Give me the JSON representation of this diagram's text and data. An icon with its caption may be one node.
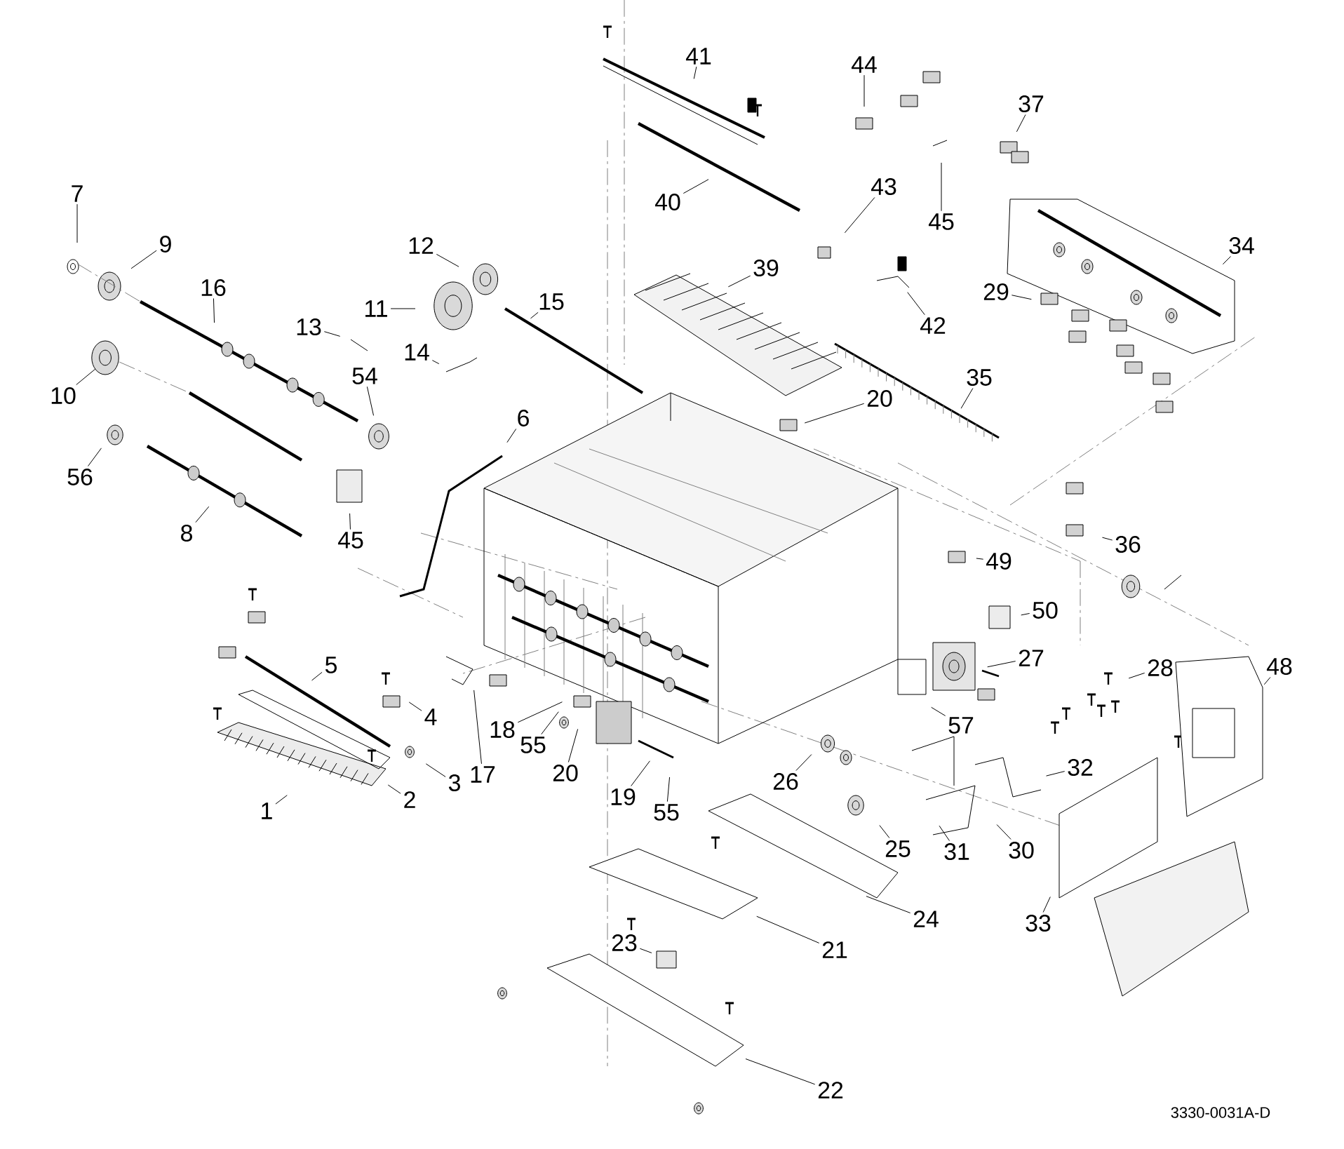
{
  "diagram": {
    "nodes": [
      {
        "text": [
          "1"
        ]
      },
      {
        "text": [
          "2"
        ]
      },
      {
        "text": [
          "3"
        ]
      },
      {
        "text": [
          "4"
        ]
      },
      {
        "text": [
          "5"
        ]
      },
      {
        "text": [
          "6"
        ]
      },
      {
        "text": [
          "7"
        ]
      },
      {
        "text": [
          "8"
        ]
      },
      {
        "text": [
          "9"
        ]
      },
      {
        "text": [
          "10"
        ]
      },
      {
        "text": [
          "11"
        ]
      },
      {
        "text": [
          "12"
        ]
      },
      {
        "text": [
          "13"
        ]
      },
      {
        "text": [
          "14"
        ]
      },
      {
        "text": [
          "15"
        ]
      },
      {
        "text": [
          "16"
        ]
      },
      {
        "text": [
          "17"
        ]
      },
      {
        "text": [
          "18"
        ]
      },
      {
        "text": [
          "19"
        ]
      },
      {
        "text": [
          "20"
        ]
      },
      {
        "text": [
          "20"
        ]
      },
      {
        "text": [
          "21"
        ]
      },
      {
        "text": [
          "22"
        ]
      },
      {
        "text": [
          "23"
        ]
      },
      {
        "text": [
          "24"
        ]
      },
      {
        "text": [
          "25"
        ]
      },
      {
        "text": [
          "26"
        ]
      },
      {
        "text": [
          "27"
        ]
      },
      {
        "text": [
          "28"
        ]
      },
      {
        "text": [
          "29"
        ]
      },
      {
        "text": [
          "30"
        ]
      },
      {
        "text": [
          "31"
        ]
      },
      {
        "text": [
          "32"
        ]
      },
      {
        "text": [
          "33"
        ]
      },
      {
        "text": [
          "34"
        ]
      },
      {
        "text": [
          "35"
        ]
      },
      {
        "text": [
          "36"
        ]
      },
      {
        "text": [
          "37"
        ]
      },
      {
        "text": [
          "39"
        ]
      },
      {
        "text": [
          "40"
        ]
      },
      {
        "text": [
          "41"
        ]
      },
      {
        "text": [
          "42"
        ]
      },
      {
        "text": [
          "43"
        ]
      },
      {
        "text": [
          "44"
        ]
      },
      {
        "text": [
          "45"
        ]
      },
      {
        "text": [
          "45"
        ]
      },
      {
        "text": [
          "48"
        ]
      },
      {
        "text": [
          "49"
        ]
      },
      {
        "text": [
          "50"
        ]
      },
      {
        "text": [
          "54"
        ]
      },
      {
        "text": [
          "55"
        ]
      },
      {
        "text": [
          "55"
        ]
      },
      {
        "text": [
          "56"
        ]
      },
      {
        "text": [
          "57"
        ]
      }
    ],
    "edges": [
      {
        "from": 0,
        "to": null,
        "arrow": "none"
      },
      {
        "from": 1,
        "to": null,
        "arrow": "none"
      },
      {
        "from": 2,
        "to": null,
        "arrow": "none"
      },
      {
        "from": 3,
        "to": null,
        "arrow": "none"
      },
      {
        "from": 4,
        "to": null,
        "arrow": "none"
      },
      {
        "from": 5,
        "to": null,
        "arrow": "none"
      },
      {
        "from": 6,
        "to": null,
        "arrow": "none"
      },
      {
        "from": 7,
        "to": null,
        "arrow": "none"
      },
      {
        "from": 8,
        "to": null,
        "arrow": "none"
      },
      {
        "from": 9,
        "to": null,
        "arrow": "none"
      },
      {
        "from": 10,
        "to": null,
        "arrow": "none"
      },
      {
        "from": 11,
        "to": null,
        "arrow": "none"
      },
      {
        "from": 12,
        "to": null,
        "arrow": "none"
      },
      {
        "from": 13,
        "to": null,
        "arrow": "none"
      },
      {
        "from": 14,
        "to": null,
        "arrow": "none"
      },
      {
        "from": 15,
        "to": null,
        "arrow": "none"
      },
      {
        "from": 16,
        "to": null,
        "arrow": "none"
      },
      {
        "from": 17,
        "to": null,
        "arrow": "none"
      },
      {
        "from": 18,
        "to": null,
        "arrow": "none"
      },
      {
        "from": 19,
        "to": null,
        "arrow": "none"
      },
      {
        "from": 20,
        "to": null,
        "arrow": "none"
      },
      {
        "from": 21,
        "to": null,
        "arrow": "none"
      },
      {
        "from": 22,
        "to": null,
        "arrow": "none"
      },
      {
        "from": 23,
        "to": null,
        "arrow": "none"
      },
      {
        "from": 24,
        "to": null,
        "arrow": "none"
      },
      {
        "from": 25,
        "to": null,
        "arrow": "none"
      },
      {
        "from": 26,
        "to": null,
        "arrow": "none"
      },
      {
        "from": 27,
        "to": null,
        "arrow": "none"
      },
      {
        "from": 28,
        "to": null,
        "arrow": "none"
      },
      {
        "from": 29,
        "to": null,
        "arrow": "none"
      },
      {
        "from": 30,
        "to": null,
        "arrow": "none"
      },
      {
        "from": 31,
        "to": null,
        "arrow": "none"
      },
      {
        "from": 32,
        "to": null,
        "arrow": "none"
      },
      {
        "from": 33,
        "to": null,
        "arrow": "none"
      },
      {
        "from": 34,
        "to": null,
        "arrow": "none"
      },
      {
        "from": 35,
        "to": null,
        "arrow": "none"
      },
      {
        "from": 36,
        "to": null,
        "arrow": "none"
      },
      {
        "from": 37,
        "to": null,
        "arrow": "none"
      },
      {
        "from": 38,
        "to": null,
        "arrow": "none"
      },
      {
        "from": 39,
        "to": null,
        "arrow": "none"
      },
      {
        "from": 40,
        "to": null,
        "arrow": "none"
      },
      {
        "from": 41,
        "to": null,
        "arrow": "none"
      },
      {
        "from": 42,
        "to": null,
        "arrow": "none"
      },
      {
        "from": 43,
        "to": null,
        "arrow": "none"
      },
      {
        "from": 44,
        "to": null,
        "arrow": "none"
      },
      {
        "from": 45,
        "to": null,
        "arrow": "none"
      },
      {
        "from": 46,
        "to": null,
        "arrow": "none"
      },
      {
        "from": 47,
        "to": null,
        "arrow": "none"
      },
      {
        "from": 48,
        "to": null,
        "arrow": "none"
      },
      {
        "from": 49,
        "to": null,
        "arrow": "none"
      },
      {
        "from": 50,
        "to": null,
        "arrow": "none"
      },
      {
        "from": 51,
        "to": null,
        "arrow": "none"
      },
      {
        "from": 52,
        "to": null,
        "arrow": "none"
      },
      {
        "from": 53,
        "to": null,
        "arrow": "none"
      }
    ],
    "labels": [
      "3330-0031A-D"
    ]
  }
}
